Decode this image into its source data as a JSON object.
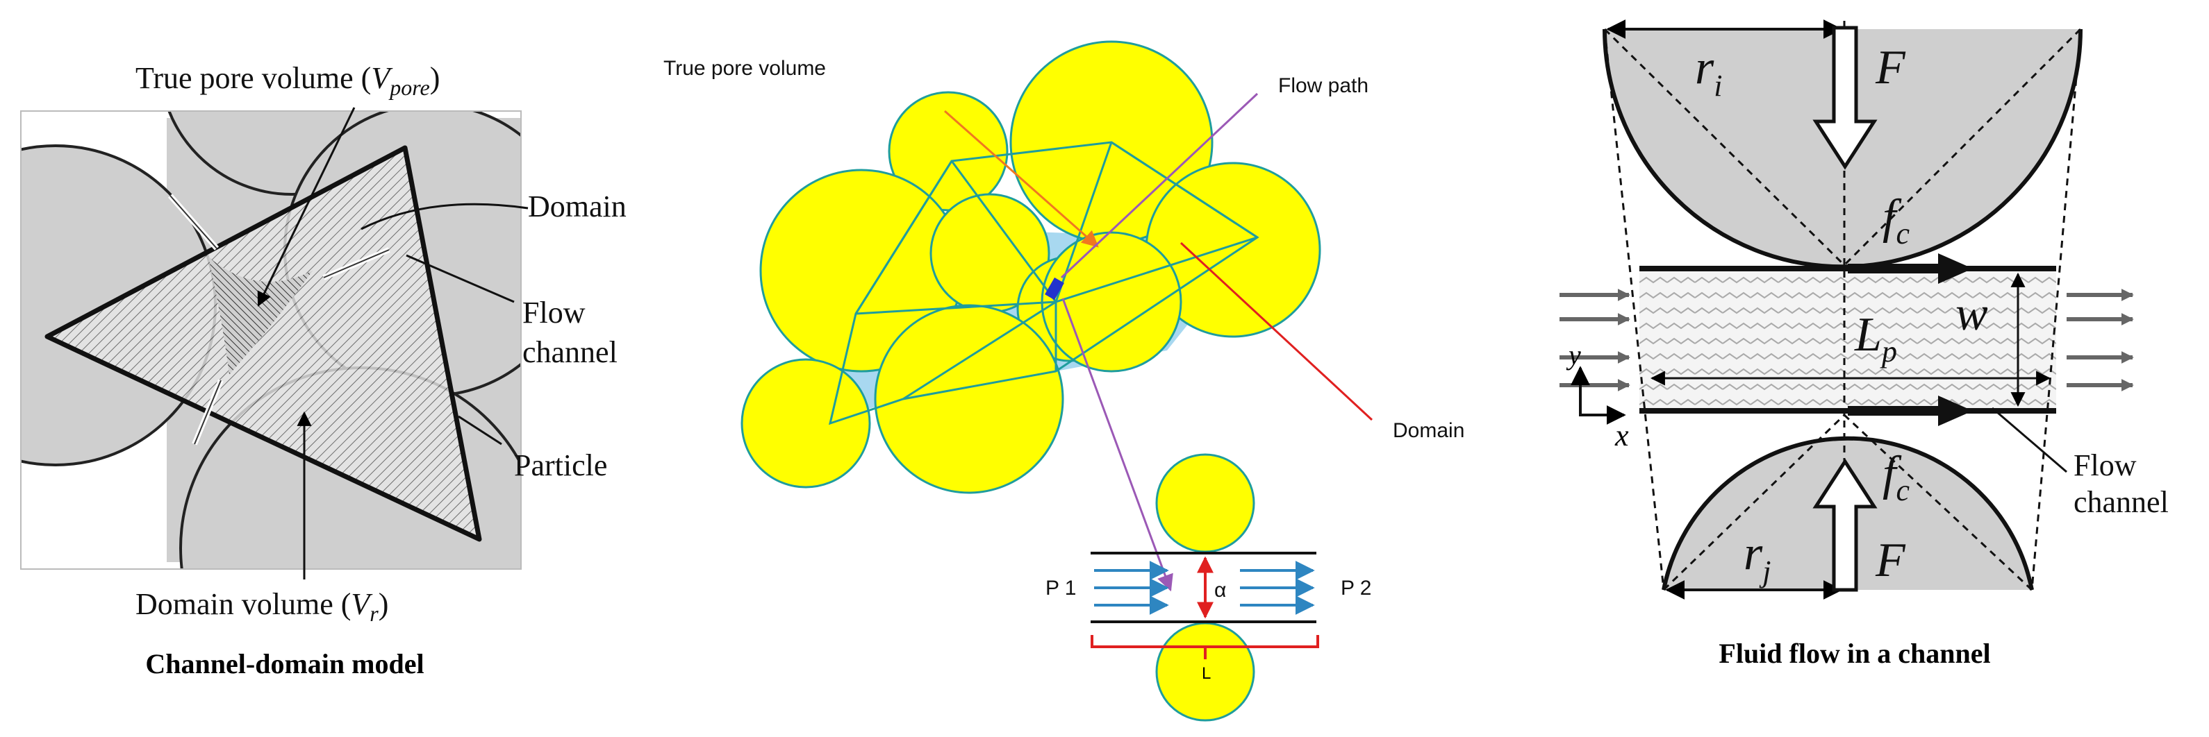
{
  "panel_left": {
    "caption": "Channel-domain model",
    "true_pore_label": "True pore volume (",
    "true_pore_var": "V",
    "true_pore_sub": "pore",
    "close_paren": ")",
    "domain": "Domain",
    "flow_line1": "Flow",
    "flow_line2": "channel",
    "particle": "Particle",
    "domain_volume_label": "Domain volume (",
    "domain_volume_var": "V",
    "domain_volume_sub": "r"
  },
  "panel_middle": {
    "true_pore_volume": "True pore volume",
    "flow_path": "Flow path",
    "domain": "Domain",
    "p1": "P 1",
    "p2": "P 2",
    "alpha": "α",
    "l": "L"
  },
  "panel_right": {
    "caption": "Fluid flow in a channel",
    "r": "r",
    "ri_sub": "i",
    "rj_sub": "j",
    "F": "F",
    "f": "f",
    "c_sub": "c",
    "L": "L",
    "p_sub": "p",
    "w": "w",
    "y": "y",
    "x": "x",
    "flow_line1": "Flow",
    "flow_line2": "channel"
  },
  "colors": {
    "particle_gray": "#cfcfcf",
    "yellow": "#ffff00",
    "pore_blue": "#a8d8f0",
    "teal": "#1f9d9d",
    "orange": "#f07820",
    "purple": "#9b59b6",
    "red": "#e02020",
    "arrow_blue": "#2e86c1"
  }
}
